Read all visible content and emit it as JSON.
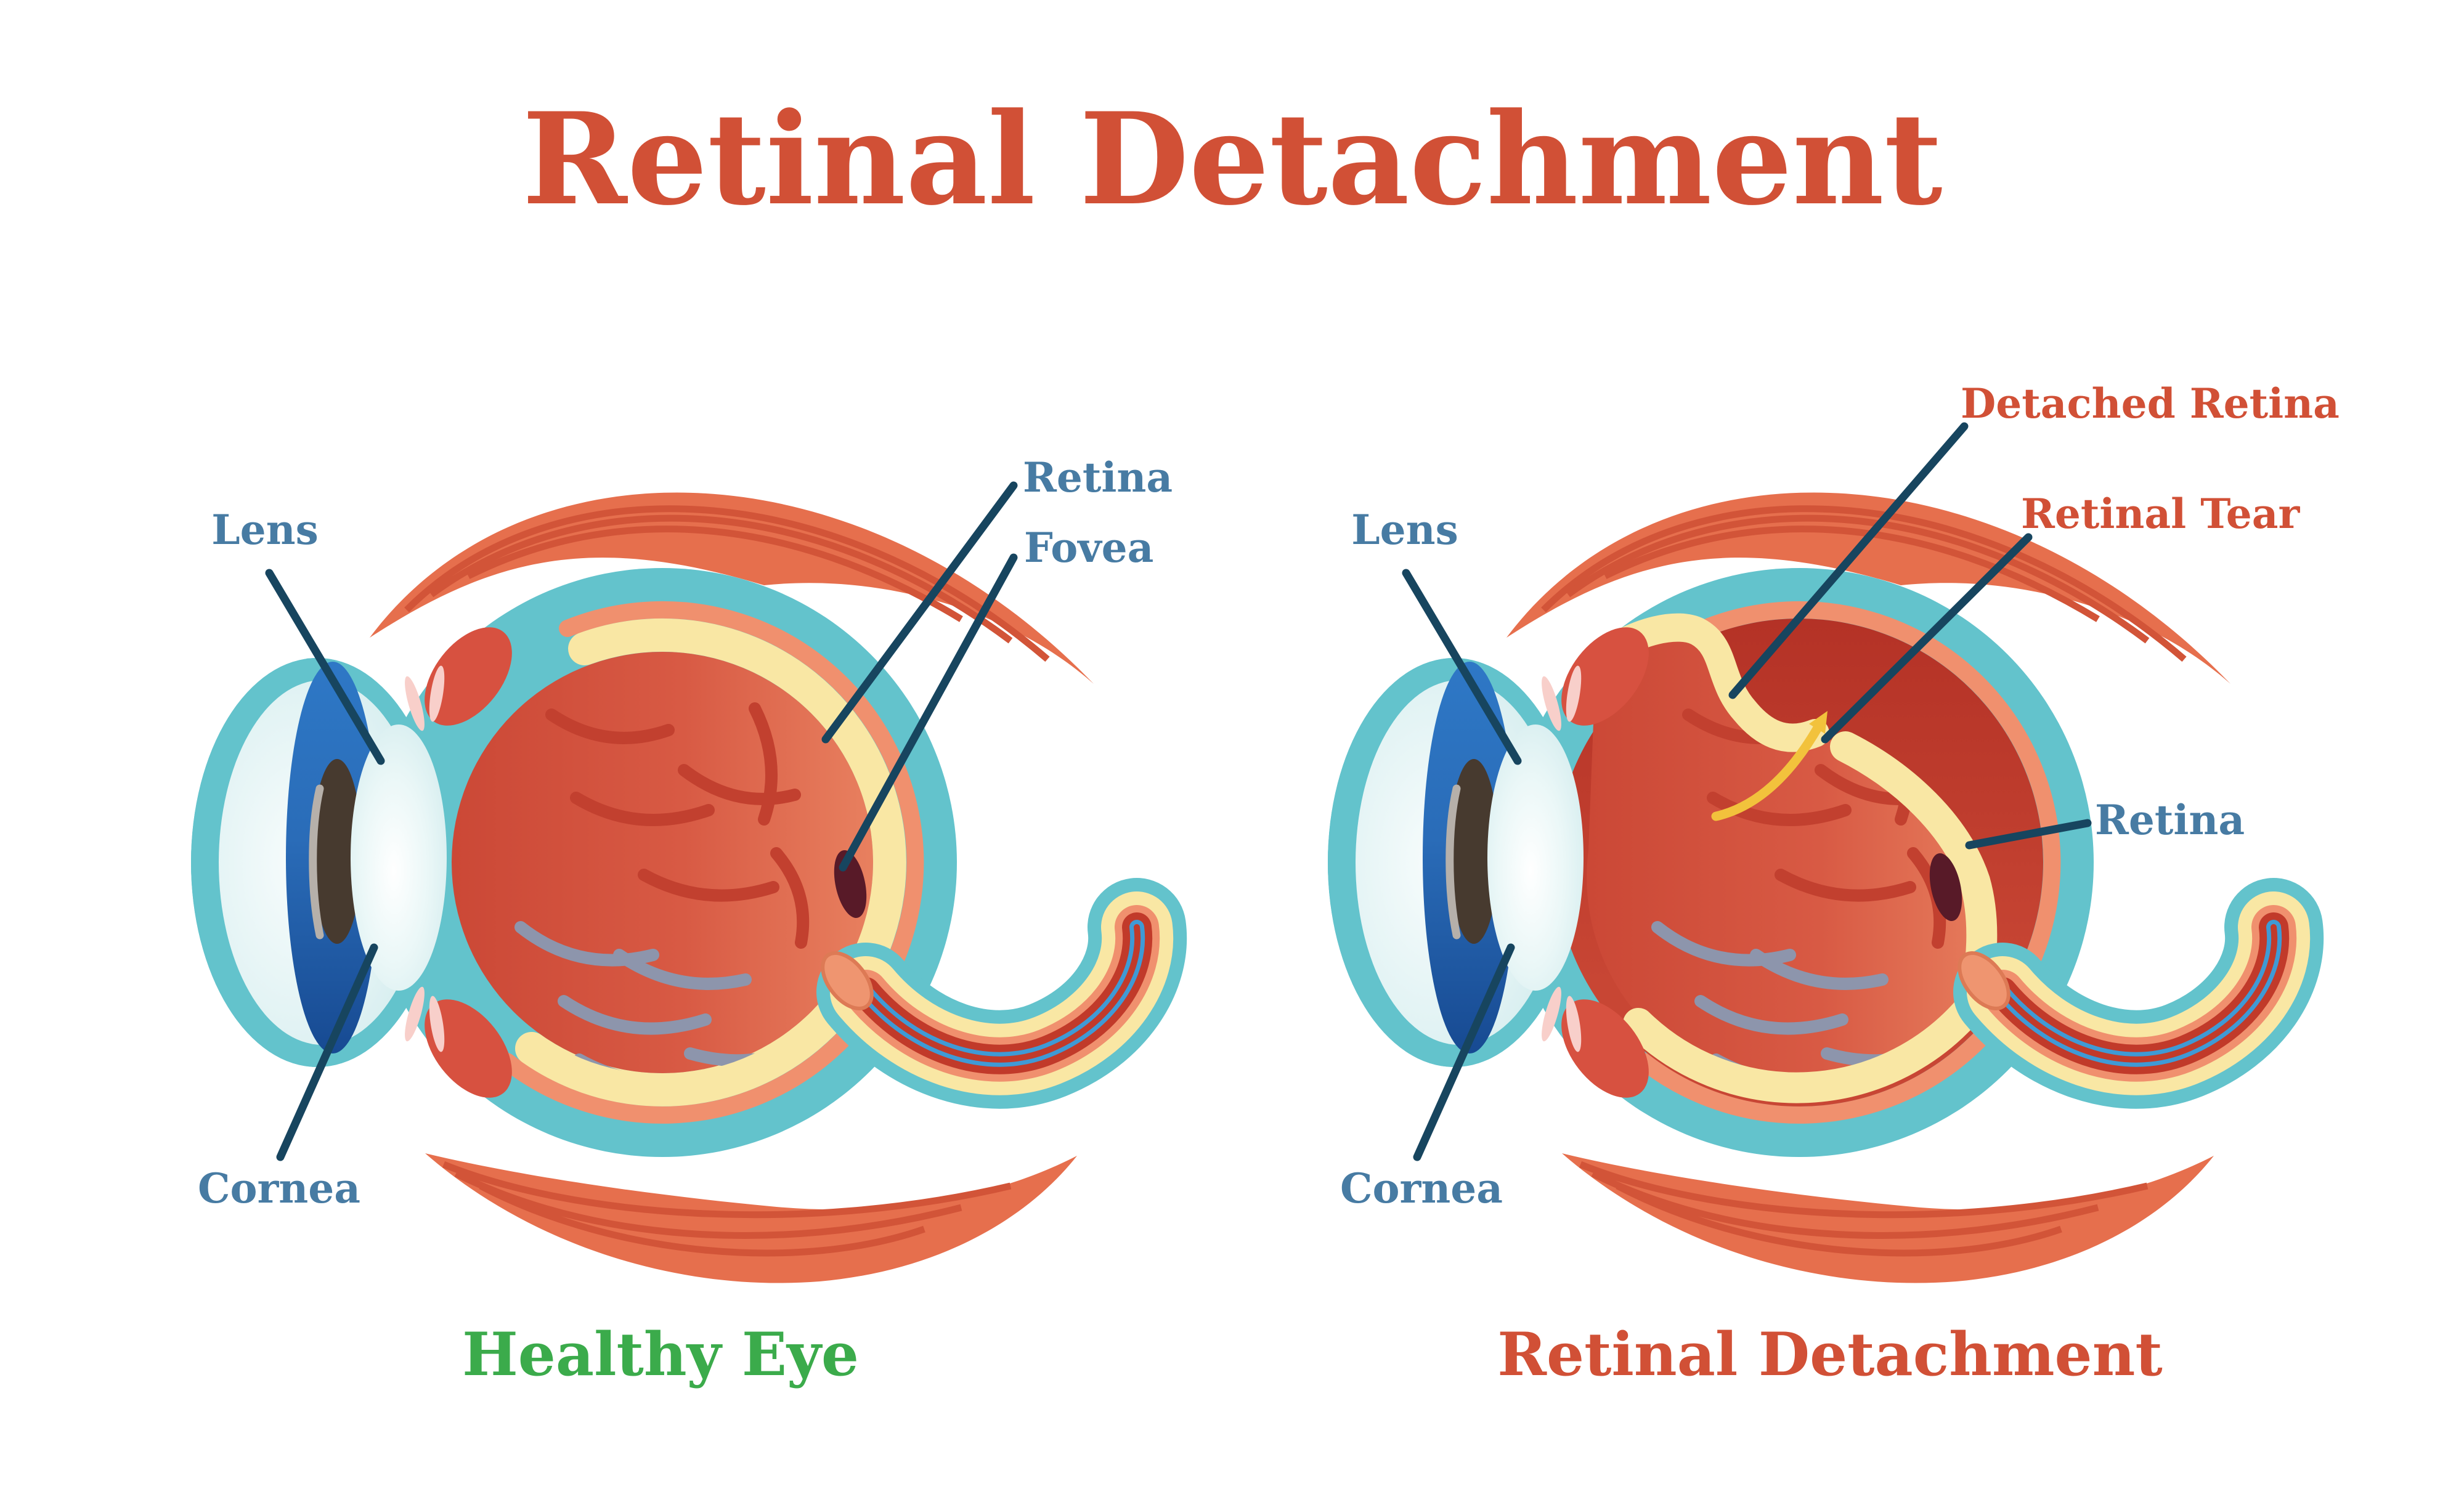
{
  "title": "Retinal Detachment",
  "healthy_eye": {
    "caption": "Healthy Eye",
    "labels": {
      "lens": "Lens",
      "retina": "Retina",
      "fovea": "Fovea",
      "cornea": "Cornea"
    }
  },
  "detached_eye": {
    "caption": "Retinal Detachment",
    "labels": {
      "lens": "Lens",
      "detached_retina": "Detached Retina",
      "retinal_tear": "Retinal Tear",
      "retina": "Retina",
      "cornea": "Cornea"
    }
  },
  "colors": {
    "title-red": "#d15036",
    "label-blue": "#477ba3",
    "line-navy": "#17455f",
    "healthy-green": "#3bab4b",
    "sclera-teal": "#63c3cc",
    "choroid-salmon": "#f0906e",
    "retina-cream": "#f9e7a4",
    "vitreous-deep": "#cb4836",
    "vitreous-light": "#e8805f",
    "detach-space-red": "#bf392b",
    "vessel-red": "#c2402f",
    "vessel-gray": "#8d95ac",
    "fovea-maroon": "#581a28",
    "muscle-salmon": "#e66f4d",
    "muscle-stripe": "#d25438",
    "iris-blue": "#2e78c6",
    "iris-deep-blue": "#174a92",
    "pupil-brown": "#473a2f",
    "lens-pale": "#c9e7ea",
    "ciliary-pink": "#f8cfca",
    "nerve-crimson": "#c13a2a",
    "nerve-blue": "#3f9ad5",
    "arrow-yellow": "#f2c23c"
  }
}
